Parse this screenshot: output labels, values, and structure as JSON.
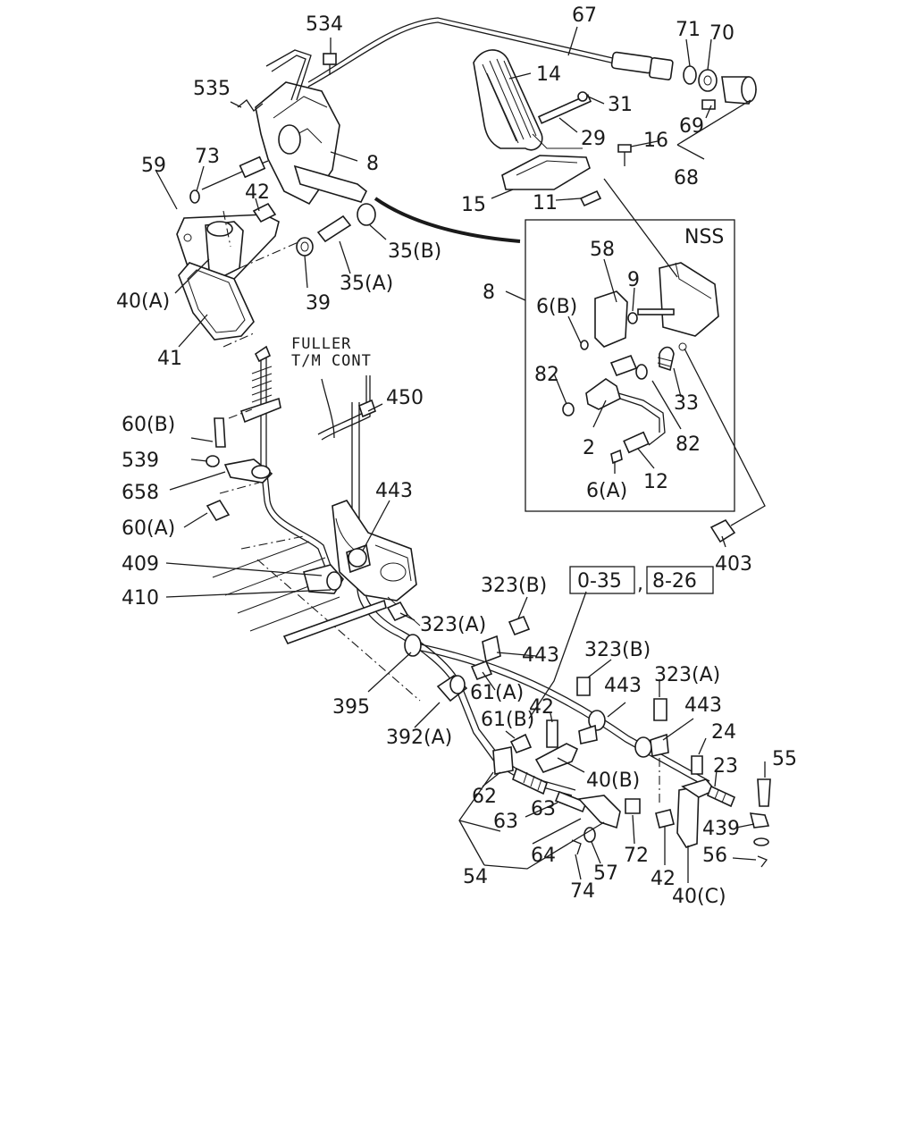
{
  "diagram": {
    "note": [
      "FULLER",
      "T/M CONT"
    ],
    "inset_title": "NSS",
    "references": [
      "0-35",
      "8-26"
    ],
    "labels": {
      "l534": "534",
      "l67": "67",
      "l71": "71",
      "l70": "70",
      "l535": "535",
      "l14": "14",
      "l31": "31",
      "l69": "69",
      "l29": "29",
      "l16": "16",
      "l59": "59",
      "l73": "73",
      "l8a": "8",
      "l68": "68",
      "l42a": "42",
      "l15": "15",
      "l11": "11",
      "l35b": "35(B)",
      "l35a": "35(A)",
      "l40a": "40(A)",
      "l39": "39",
      "l8b": "8",
      "l58": "58",
      "l9": "9",
      "l6b": "6(B)",
      "l41": "41",
      "l82a": "82",
      "l33": "33",
      "l82b": "82",
      "l2": "2",
      "l12": "12",
      "l6a": "6(A)",
      "l450": "450",
      "l60b": "60(B)",
      "l539": "539",
      "l658": "658",
      "l443a": "443",
      "l60a": "60(A)",
      "l403": "403",
      "l409": "409",
      "l410": "410",
      "l323b1": "323(B)",
      "l323a1": "323(A)",
      "l443b": "443",
      "l323b2": "323(B)",
      "l323a2": "323(A)",
      "l395": "395",
      "l61a": "61(A)",
      "l443c": "443",
      "l443d": "443",
      "l42b": "42",
      "l392a": "392(A)",
      "l61b": "61(B)",
      "l24": "24",
      "l40b": "40(B)",
      "l23": "23",
      "l55": "55",
      "l62": "62",
      "l63a": "63",
      "l63b": "63",
      "l439": "439",
      "l64": "64",
      "l72": "72",
      "l56": "56",
      "l57": "57",
      "l54": "54",
      "l42c": "42",
      "l40c": "40(C)",
      "l74": "74"
    }
  }
}
